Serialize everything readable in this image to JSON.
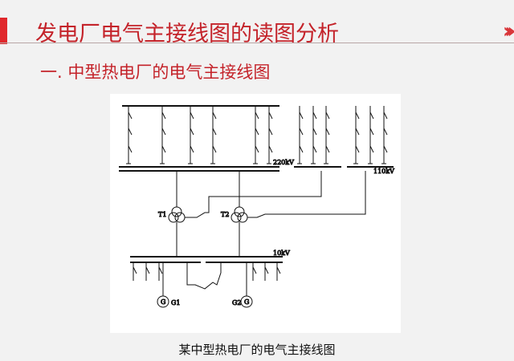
{
  "header": {
    "title": "发电厂电气主接线图的读图分析",
    "nav_icon": "double-chevron-right-icon"
  },
  "section": {
    "subtitle": "一. 中型热电厂的电气主接线图"
  },
  "figure": {
    "labels": {
      "bus_220": "220kV",
      "bus_110": "110kV",
      "bus_10": "10kV",
      "t1": "T1",
      "t2": "T2",
      "g1": "G1",
      "g2": "G2",
      "gen_symbol": "G"
    },
    "caption": "某中型热电厂的电气主接线图"
  }
}
